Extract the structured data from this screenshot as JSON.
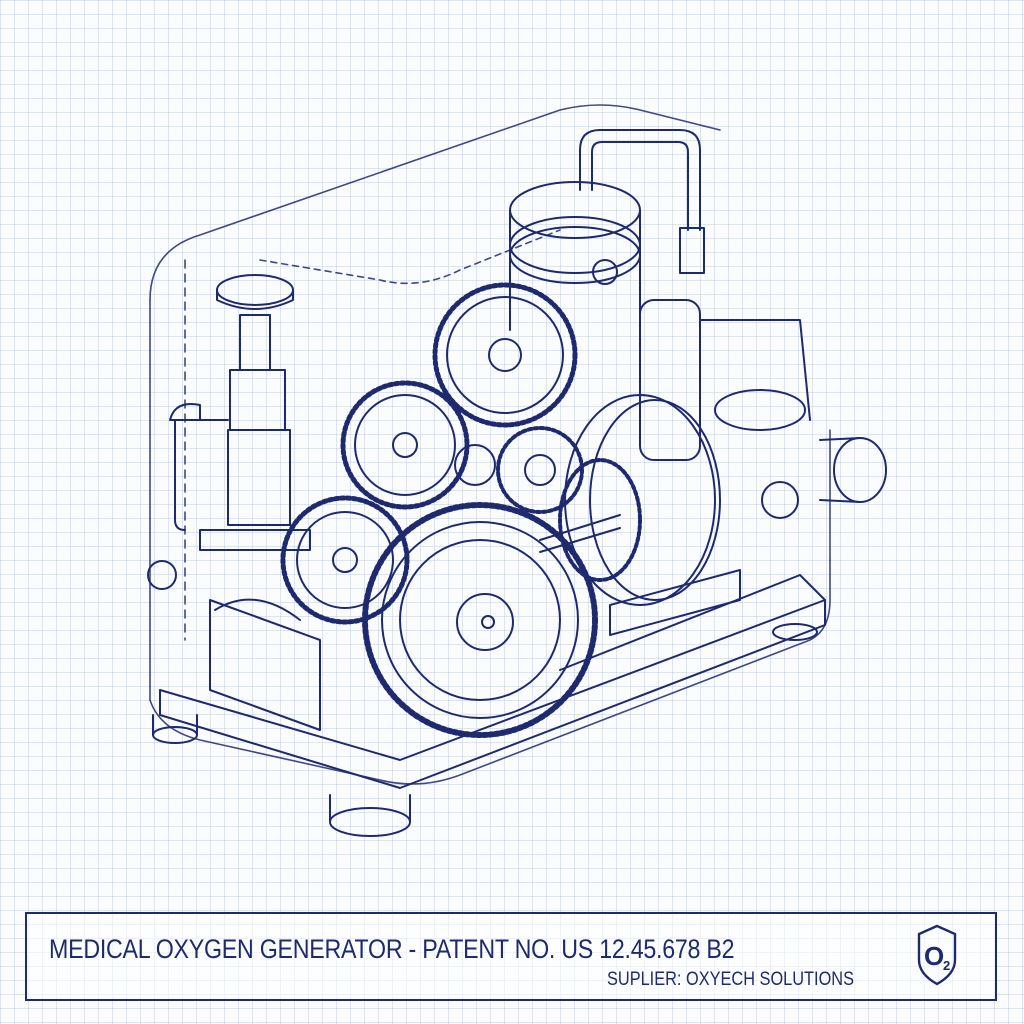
{
  "drawing": {
    "subject": "Isometric cutaway blueprint of a medical oxygen generator",
    "components": [
      "transparent enclosure",
      "piston cylinder",
      "gear train",
      "flywheel",
      "motor",
      "pressure regulator",
      "tubing",
      "base plate with feet"
    ],
    "line_color": "#1f2a6e",
    "background_color": "#fbfcfe",
    "grid_color": "#aab9cd"
  },
  "title_block": {
    "title": "MEDICAL OXYGEN GENERATOR - PATENT NO. US 12.45.678 B2",
    "supplier": "SUPLIER: OXYECH SOLUTIONS",
    "logo": {
      "icon": "o2-shield-icon",
      "text": "O",
      "subscript": "2"
    }
  }
}
